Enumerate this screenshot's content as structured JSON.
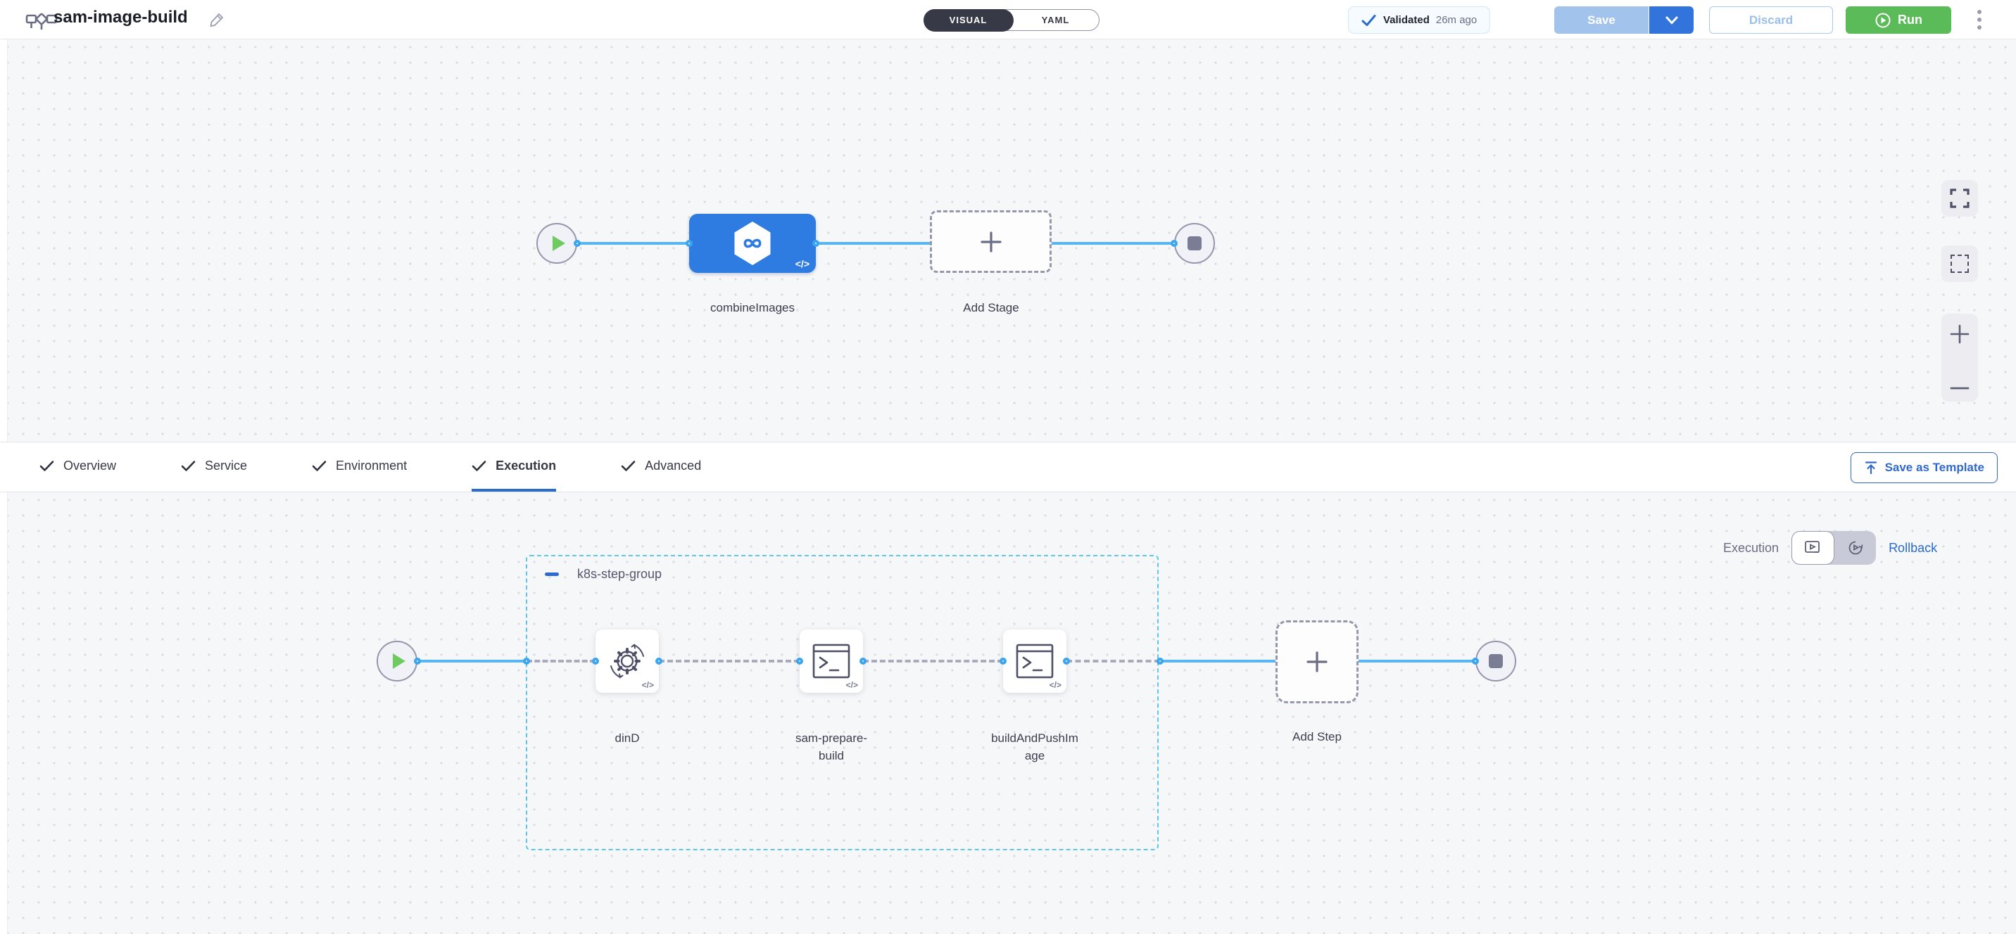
{
  "header": {
    "title": "sam-image-build",
    "view_toggle": {
      "visual": "VISUAL",
      "yaml": "YAML"
    },
    "validated": {
      "label": "Validated",
      "time": "26m ago"
    },
    "save_label": "Save",
    "discard_label": "Discard",
    "run_label": "Run"
  },
  "top_canvas": {
    "stage_label": "combineImages",
    "add_stage_label": "Add Stage",
    "code_glyph": "</>"
  },
  "tabs": {
    "items": [
      {
        "label": "Overview"
      },
      {
        "label": "Service"
      },
      {
        "label": "Environment"
      },
      {
        "label": "Execution"
      },
      {
        "label": "Advanced"
      }
    ],
    "active": "Execution",
    "save_as_template_label": "Save as Template"
  },
  "execution_panel": {
    "mode_label": "Execution",
    "rollback_label": "Rollback",
    "group_label": "k8s-step-group",
    "steps": [
      {
        "label": "dinD",
        "icon": "gear-sync-icon",
        "code_glyph": "</>"
      },
      {
        "label": "sam-prepare-build",
        "icon": "terminal-icon",
        "code_glyph": "</>"
      },
      {
        "label": "buildAndPushImage",
        "icon": "terminal-icon",
        "code_glyph": "</>"
      }
    ],
    "add_step_label": "Add Step"
  },
  "colors": {
    "primary_blue": "#2b6bd0",
    "stage_blue": "#2e7ce2",
    "connector_blue": "#57b5f2",
    "dot_ring_blue": "#3ba5ef",
    "group_border_cyan": "#5fc8ea",
    "run_green": "#5abb58",
    "play_green": "#6ecb5f",
    "save_disabled_blue": "#a2c3ec",
    "save_caret_blue": "#3273dc",
    "dark_pill": "#383946",
    "text_dark": "#1b1e28",
    "text_gray": "#6b6d85"
  }
}
